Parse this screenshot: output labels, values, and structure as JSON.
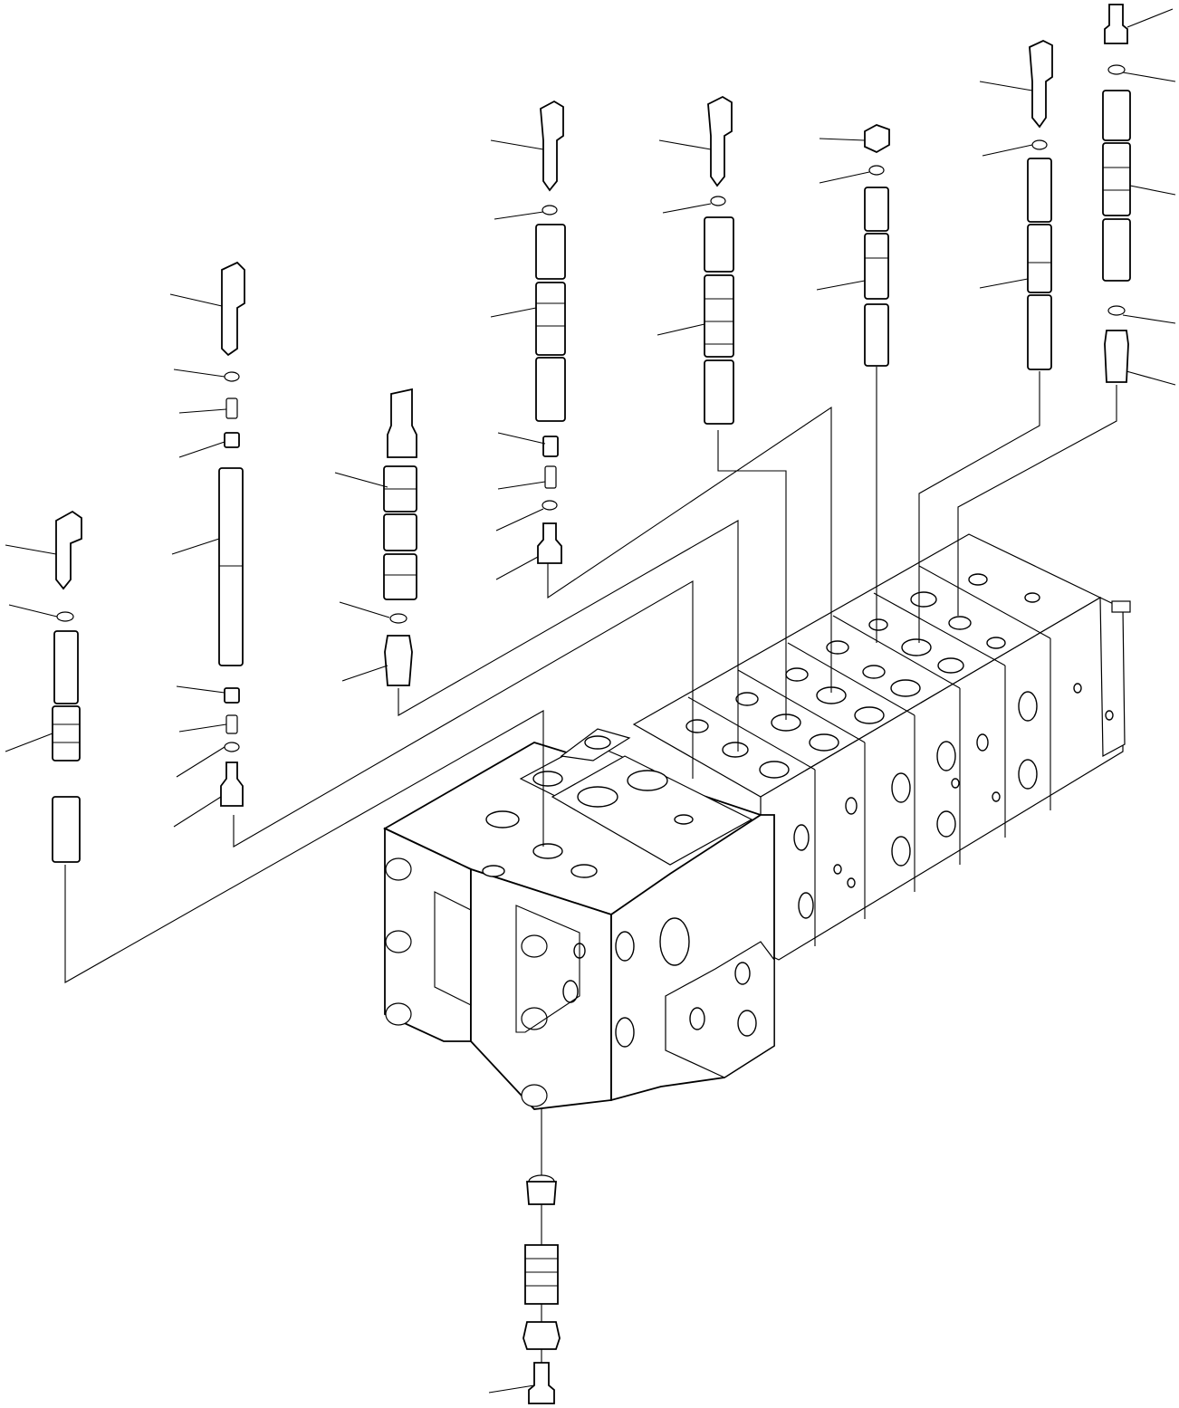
{
  "diagram": {
    "title": "",
    "subject": "control-valve-spool-exploded-view",
    "line_color": "#000000",
    "background": "#ffffff"
  },
  "components": {
    "valve_body": "valve-body",
    "spool_assemblies": 8,
    "bottom_plug_assembly": "plug-assembly"
  }
}
